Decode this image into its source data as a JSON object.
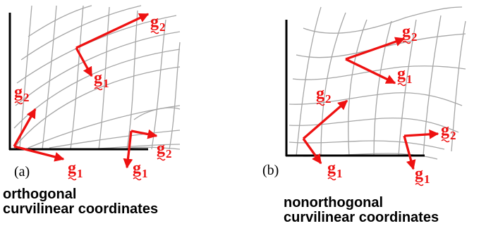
{
  "colors": {
    "vector": "#ee1111",
    "grid": "#a6a6a6",
    "axis": "#000000",
    "background": "#ffffff"
  },
  "panels": [
    {
      "tag": "(a)",
      "caption_line1": "orthogonal",
      "caption_line2": "curvilinear coordinates"
    },
    {
      "tag": "(b)",
      "caption_line1": "nonorthogonal",
      "caption_line2": "curvilinear coordinates"
    }
  ],
  "vector_labels": {
    "g1": {
      "letter": "g",
      "index": "1"
    },
    "g2": {
      "letter": "g",
      "index": "2"
    }
  }
}
